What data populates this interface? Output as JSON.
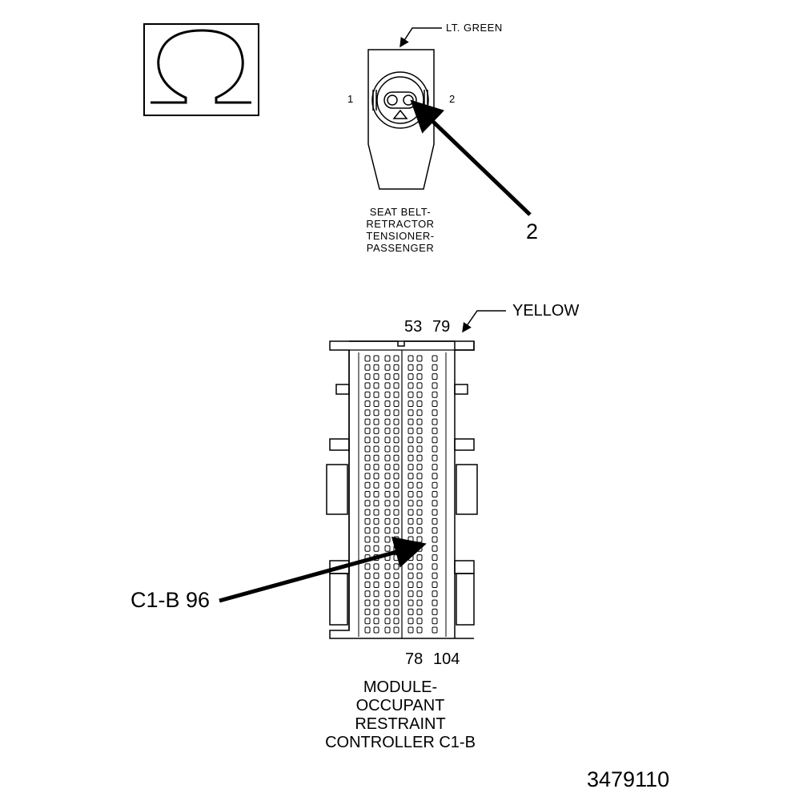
{
  "symbol": {
    "icon": "ohm-icon"
  },
  "seat_belt_connector": {
    "color_label": "LT. GREEN",
    "pin_left": "1",
    "pin_right": "2",
    "callout": "2",
    "name_lines": [
      "SEAT BELT-",
      "RETRACTOR",
      "TENSIONER-",
      "PASSENGER"
    ]
  },
  "module_connector": {
    "color_label": "YELLOW",
    "top_pins": [
      "53",
      "79"
    ],
    "bottom_pins": [
      "78",
      "104"
    ],
    "callout": "C1-B 96",
    "name_lines": [
      "MODULE-",
      "OCCUPANT",
      "RESTRAINT",
      "CONTROLLER C1-B"
    ]
  },
  "figure_number": "3479110"
}
